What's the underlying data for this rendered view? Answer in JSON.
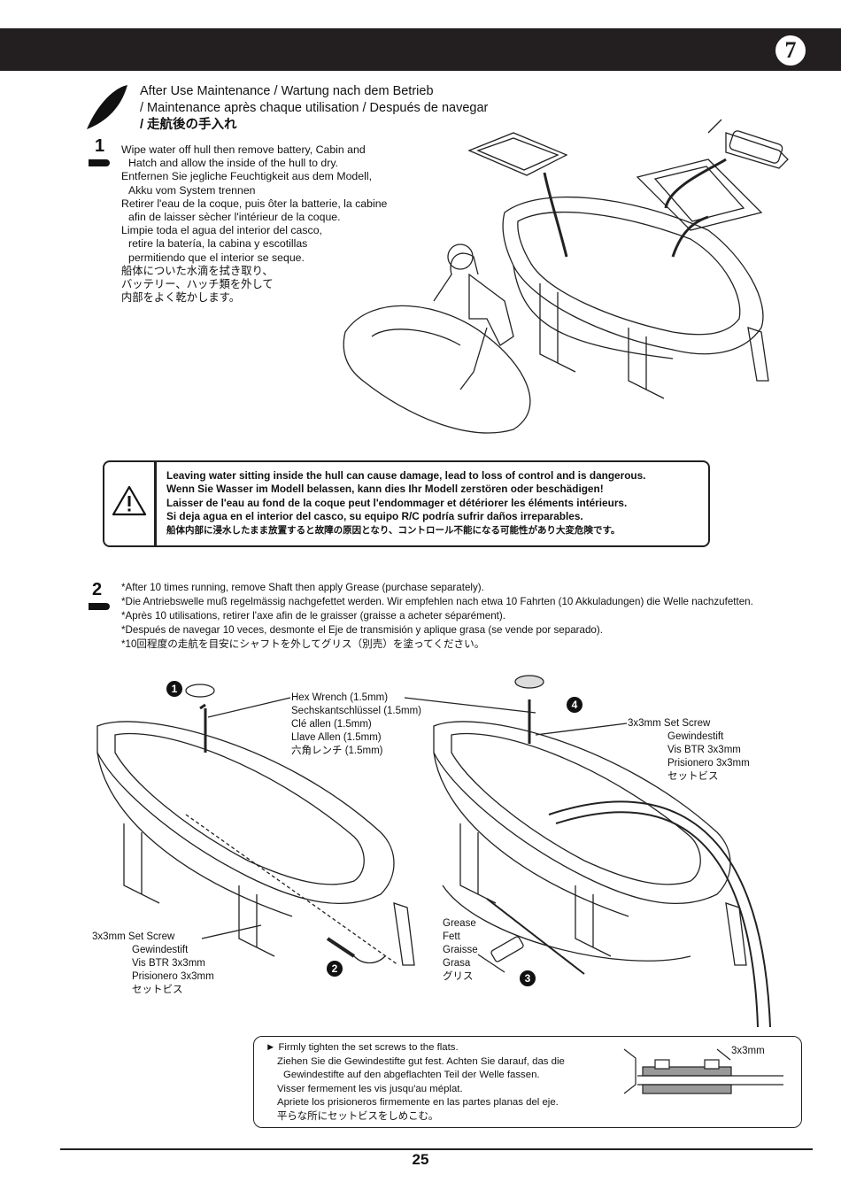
{
  "header": {
    "chapter_number": "7"
  },
  "title": {
    "line1": "After Use Maintenance / Wartung nach dem Betrieb",
    "line2": "/ Maintenance après chaque utilisation / Después de navegar",
    "line3": "/ 走航後の手入れ"
  },
  "step1": {
    "number": "1",
    "lines": [
      "Wipe water off hull then remove battery, Cabin and",
      "Hatch and allow the inside of the hull to dry.",
      "Entfernen Sie jegliche Feuchtigkeit aus dem Modell,",
      "Akku vom System trennen",
      "Retirer l'eau de la coque, puis ôter la batterie, la cabine",
      "afin de laisser sècher l'intérieur de la coque.",
      "Limpie toda el agua del interior del casco,",
      "retire la batería, la cabina y escotillas",
      "permitiendo que el interior se seque.",
      "船体についた水滴を拭き取り、",
      "バッテリー、ハッチ類を外して",
      "内部をよく乾かします。"
    ]
  },
  "warning": {
    "icon": "warning-triangle-icon",
    "lines": [
      "Leaving water sitting inside the hull can cause damage, lead to loss of control and is dangerous.",
      "Wenn Sie Wasser im Modell belassen, kann dies Ihr Modell zerstören oder beschädigen!",
      "Laisser de l'eau au fond de la coque peut l'endommager et détériorer les éléments intérieurs.",
      "Si deja agua en el interior del casco, su equipo R/C podría sufrir daños irreparables.",
      "船体内部に浸水したまま放置すると故障の原因となり、コントロール不能になる可能性があり大変危険です。"
    ]
  },
  "step2": {
    "number": "2",
    "lines": [
      "*After 10 times running, remove Shaft then apply Grease (purchase separately).",
      "*Die Antriebswelle muß regelmässig nachgefettet werden. Wir empfehlen nach etwa 10 Fahrten (10 Akkuladungen) die Welle nachzufetten.",
      "*Après 10 utilisations, retirer l'axe afin de le graisser (graisse a acheter séparément).",
      "*Después de navegar 10 veces, desmonte el Eje de transmisión y aplique grasa (se vende por separado).",
      "*10回程度の走航を目安にシャフトを外してグリス（別売）を塗ってください。"
    ]
  },
  "labels": {
    "hex_wrench": [
      "Hex Wrench (1.5mm)",
      "Sechskantschlüssel (1.5mm)",
      "Clé allen (1.5mm)",
      "Llave Allen (1.5mm)",
      "六角レンチ (1.5mm)"
    ],
    "set_screw_right": [
      "3x3mm Set Screw",
      "Gewindestift",
      "Vis BTR 3x3mm",
      "Prisionero 3x3mm",
      "セットビス"
    ],
    "set_screw_left": [
      "3x3mm Set Screw",
      "Gewindestift",
      "Vis BTR 3x3mm",
      "Prisionero 3x3mm",
      "セットビス"
    ],
    "grease": [
      "Grease",
      "Fett",
      "Graisse",
      "Grasa",
      "グリス"
    ],
    "callouts": [
      "1",
      "2",
      "3",
      "4"
    ]
  },
  "note": {
    "lines": [
      "► Firmly tighten the set screws to the flats.",
      "Ziehen Sie die Gewindestifte gut fest. Achten Sie darauf, das die",
      "Gewindestifte auf den abgeflachten Teil der Welle fassen.",
      "Visser fermement les vis jusqu'au méplat.",
      "Apriete los prisioneros firmemente en las partes planas del eje.",
      "平らな所にセットビスをしめこむ。"
    ],
    "detail_label": "3x3mm"
  },
  "footer": {
    "page_number": "25"
  }
}
